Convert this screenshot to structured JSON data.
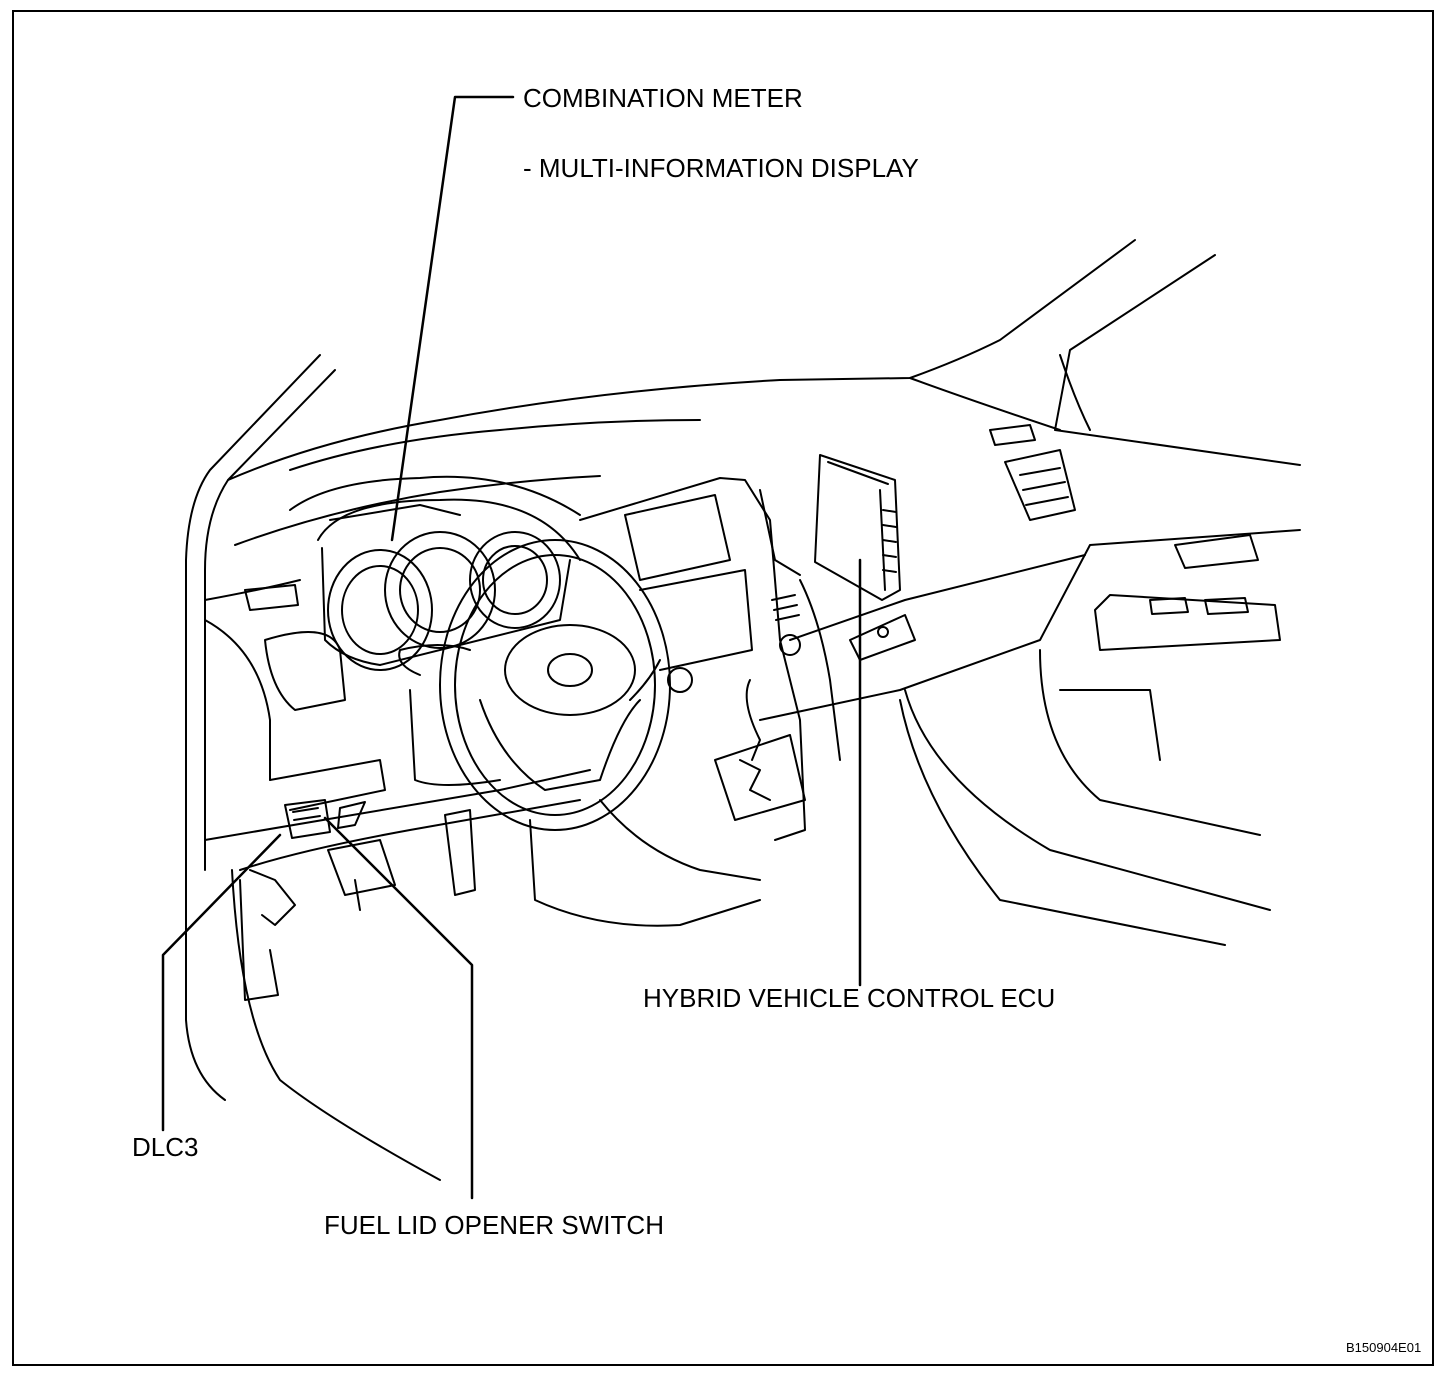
{
  "labels": {
    "combination_meter": "COMBINATION METER",
    "multi_info_display": "- MULTI-INFORMATION DISPLAY",
    "hv_ecu": "HYBRID VEHICLE CONTROL ECU",
    "dlc3": "DLC3",
    "fuel_lid_switch": "FUEL LID OPENER SWITCH"
  },
  "figure_code": "B150904E01"
}
